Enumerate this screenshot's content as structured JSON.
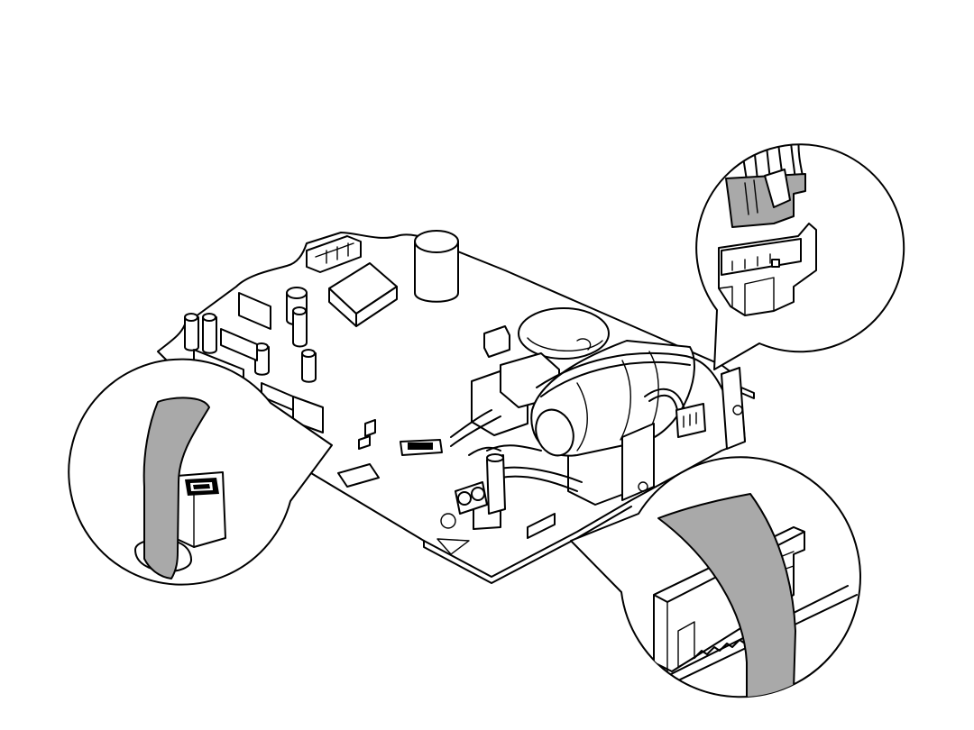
{
  "figure": {
    "subject": "circuit-board-cable-connections",
    "callouts": [
      "ribbon-cable-left-connector",
      "wire-harness-connector",
      "ribbon-cable-right-connector"
    ]
  },
  "colors": {
    "line": "#000000",
    "cable_fill": "#a9a9a9",
    "background": "#ffffff"
  }
}
